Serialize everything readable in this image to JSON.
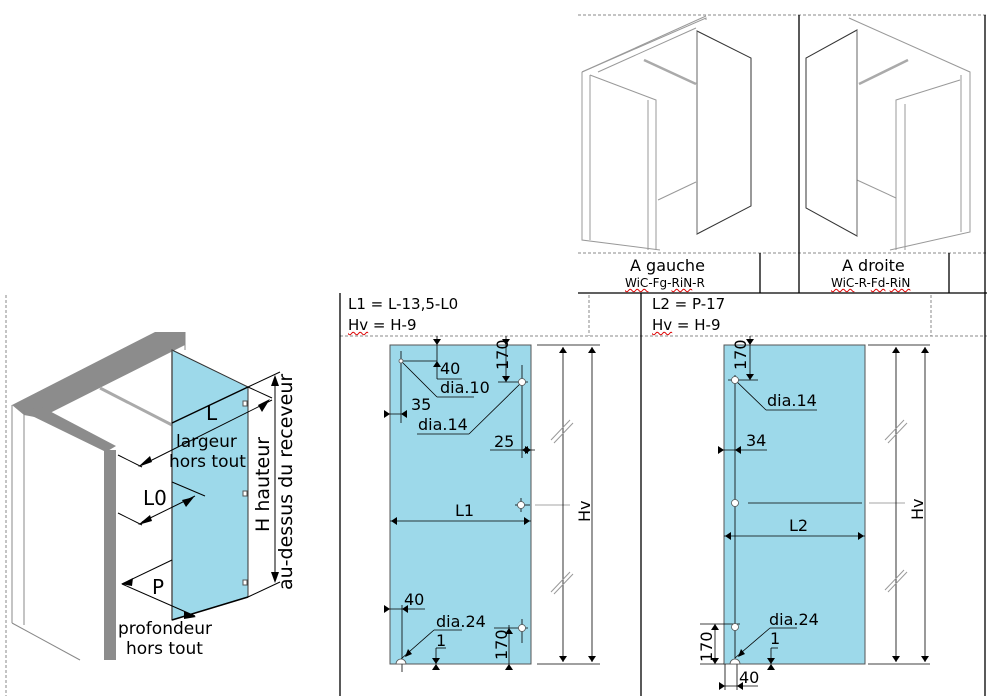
{
  "variants": [
    {
      "caption": "A gauche",
      "code_parts": [
        "WiC",
        "-Fg-",
        "RiN",
        "-R"
      ],
      "code_underlined": [
        true,
        false,
        true,
        false
      ]
    },
    {
      "caption": "A droite",
      "code_parts": [
        "WiC",
        "-R-",
        "Fd",
        "-",
        "RiN"
      ],
      "code_underlined": [
        true,
        false,
        true,
        false,
        true
      ]
    }
  ],
  "overview": {
    "L": "L",
    "L_desc_1": "largeur",
    "L_desc_2": "hors tout",
    "L0": "L0",
    "P": "P",
    "P_desc_1": "profondeur",
    "P_desc_2": "hors tout",
    "H_desc_1": "H hauteur",
    "H_desc_2": "au-dessus du receveur"
  },
  "panel1": {
    "formula_1": "L1 = L-13,5-L0",
    "formula_2_prefix": "Hv",
    "formula_2_rest": " = H-9",
    "dims": {
      "d40_top": "40",
      "dia10": "dia.10",
      "d170_top": "170",
      "d35": "35",
      "dia14": "dia.14",
      "d25": "25",
      "width": "L1",
      "height": "Hv",
      "d40_bot": "40",
      "dia24": "dia.24",
      "d1": "1",
      "d170_bot": "170"
    }
  },
  "panel2": {
    "formula_1": "L2 = P-17",
    "formula_2_prefix": "Hv",
    "formula_2_rest": " = H-9",
    "dims": {
      "d170_top": "170",
      "dia14": "dia.14",
      "d34": "34",
      "width": "L2",
      "height": "Hv",
      "dia24": "dia.24",
      "d1": "1",
      "d170_bot": "170",
      "d40_bot": "40"
    }
  },
  "colors": {
    "glass": "#9dd9ea",
    "line": "#000000",
    "wall": "#8c8c8c",
    "grid": "#888888"
  }
}
